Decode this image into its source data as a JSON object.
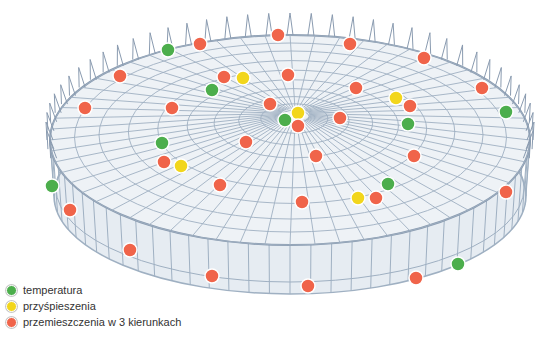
{
  "diagram": {
    "legend": [
      {
        "text": "temperatura",
        "color": "#4cae4c"
      },
      {
        "text": "przyśpieszenia",
        "color": "#f2d61c"
      },
      {
        "text": "przemieszczenia w 3 kierunkach",
        "color": "#f0644a"
      }
    ]
  }
}
